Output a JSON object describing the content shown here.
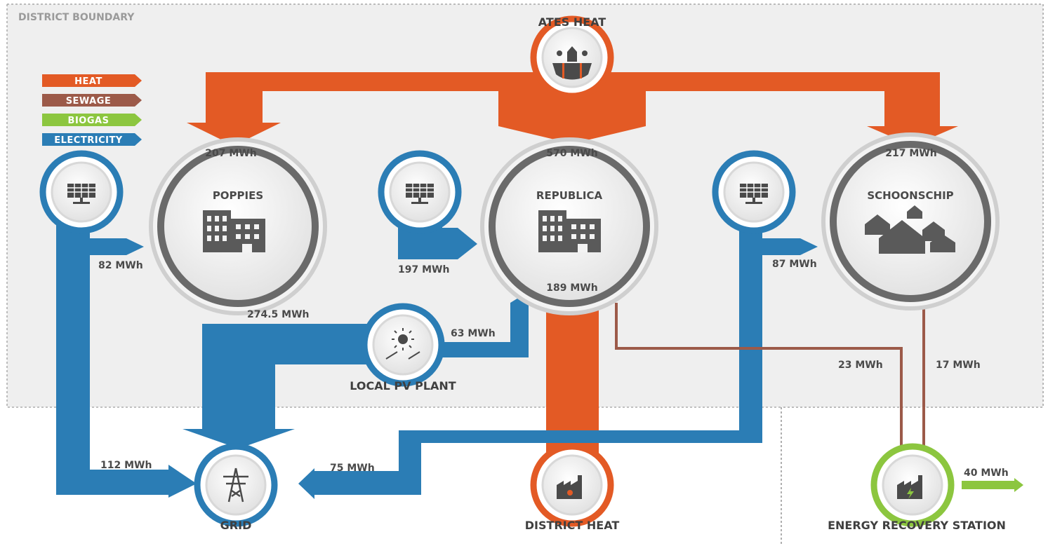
{
  "boundary_label": "DISTRICT BOUNDARY",
  "legend": [
    {
      "label": "HEAT",
      "color": "#e35a25"
    },
    {
      "label": "SEWAGE",
      "color": "#9c5a49"
    },
    {
      "label": "BIOGAS",
      "color": "#8cc63f"
    },
    {
      "label": "ELECTRICITY",
      "color": "#2b7db5"
    }
  ],
  "nodes": {
    "ates": "ATES HEAT",
    "poppies": "POPPIES",
    "republica": "REPUBLICA",
    "schoonschip": "SCHOONSCHIP",
    "pv_plant": "LOCAL PV PLANT",
    "grid": "GRID",
    "district_heat": "DISTRICT HEAT",
    "recovery": "ENERGY RECOVERY STATION"
  },
  "flows": {
    "heat_poppies": "207 MWh",
    "heat_republica": "570 MWh",
    "heat_schoonschip": "217 MWh",
    "pv_poppies": "82 MWh",
    "pv_republica": "197 MWh",
    "pv_schoonschip": "87 MWh",
    "district_heat_republica": "189 MWh",
    "pv_plant_to_grid": "274.5 MWh",
    "pv_plant_to_republica": "63 MWh",
    "sewage_republica": "23 MWh",
    "sewage_schoonschip": "17 MWh",
    "poppies_to_grid": "112 MWh",
    "schoonschip_to_grid": "75 MWh",
    "biogas_out": "40 MWh"
  },
  "colors": {
    "heat": "#e35a25",
    "sewage": "#9c5a49",
    "biogas": "#8cc63f",
    "electricity": "#2b7db5",
    "panel_bg": "#efefef",
    "text": "#4a4a4a"
  }
}
